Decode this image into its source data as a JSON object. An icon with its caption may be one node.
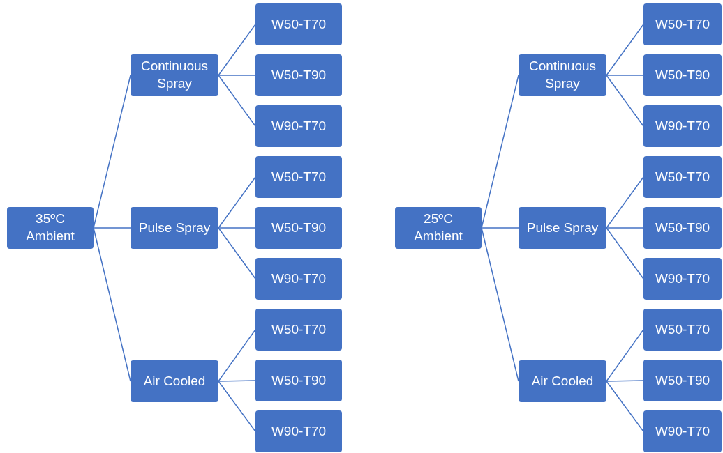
{
  "diagram": {
    "nodes": [
      {
        "text": [
          "35ºC Ambient"
        ]
      },
      {
        "text": [
          "Continuous Spray"
        ]
      },
      {
        "text": [
          "W50-T70"
        ]
      },
      {
        "text": [
          "W50-T90"
        ]
      },
      {
        "text": [
          "W90-T70"
        ]
      },
      {
        "text": [
          "Pulse Spray"
        ]
      },
      {
        "text": [
          "W50-T70"
        ]
      },
      {
        "text": [
          "W50-T90"
        ]
      },
      {
        "text": [
          "W90-T70"
        ]
      },
      {
        "text": [
          "Air Cooled"
        ]
      },
      {
        "text": [
          "W50-T70"
        ]
      },
      {
        "text": [
          "W50-T90"
        ]
      },
      {
        "text": [
          "W90-T70"
        ]
      },
      {
        "text": [
          "25ºC Ambient"
        ]
      },
      {
        "text": [
          "Continuous Spray"
        ]
      },
      {
        "text": [
          "W50-T70"
        ]
      },
      {
        "text": [
          "W50-T90"
        ]
      },
      {
        "text": [
          "W90-T70"
        ]
      },
      {
        "text": [
          "Pulse Spray"
        ]
      },
      {
        "text": [
          "W50-T70"
        ]
      },
      {
        "text": [
          "W50-T90"
        ]
      },
      {
        "text": [
          "W90-T70"
        ]
      },
      {
        "text": [
          "Air Cooled"
        ]
      },
      {
        "text": [
          "W50-T70"
        ]
      },
      {
        "text": [
          "W50-T90"
        ]
      },
      {
        "text": [
          "W90-T70"
        ]
      }
    ],
    "edges": [
      {
        "from": 0,
        "to": 1,
        "arrow": "none"
      },
      {
        "from": 0,
        "to": 5,
        "arrow": "none"
      },
      {
        "from": 0,
        "to": 9,
        "arrow": "none"
      },
      {
        "from": 1,
        "to": 2,
        "arrow": "none"
      },
      {
        "from": 1,
        "to": 3,
        "arrow": "none"
      },
      {
        "from": 1,
        "to": 4,
        "arrow": "none"
      },
      {
        "from": 5,
        "to": 6,
        "arrow": "none"
      },
      {
        "from": 5,
        "to": 7,
        "arrow": "none"
      },
      {
        "from": 5,
        "to": 8,
        "arrow": "none"
      },
      {
        "from": 9,
        "to": 10,
        "arrow": "none"
      },
      {
        "from": 9,
        "to": 11,
        "arrow": "none"
      },
      {
        "from": 9,
        "to": 12,
        "arrow": "none"
      },
      {
        "from": 13,
        "to": 14,
        "arrow": "none"
      },
      {
        "from": 13,
        "to": 18,
        "arrow": "none"
      },
      {
        "from": 13,
        "to": 22,
        "arrow": "none"
      },
      {
        "from": 14,
        "to": 15,
        "arrow": "none"
      },
      {
        "from": 14,
        "to": 16,
        "arrow": "none"
      },
      {
        "from": 14,
        "to": 17,
        "arrow": "none"
      },
      {
        "from": 18,
        "to": 19,
        "arrow": "none"
      },
      {
        "from": 18,
        "to": 20,
        "arrow": "none"
      },
      {
        "from": 18,
        "to": 21,
        "arrow": "none"
      },
      {
        "from": 22,
        "to": 23,
        "arrow": "none"
      },
      {
        "from": 22,
        "to": 24,
        "arrow": "none"
      },
      {
        "from": 22,
        "to": 25,
        "arrow": "none"
      }
    ]
  }
}
